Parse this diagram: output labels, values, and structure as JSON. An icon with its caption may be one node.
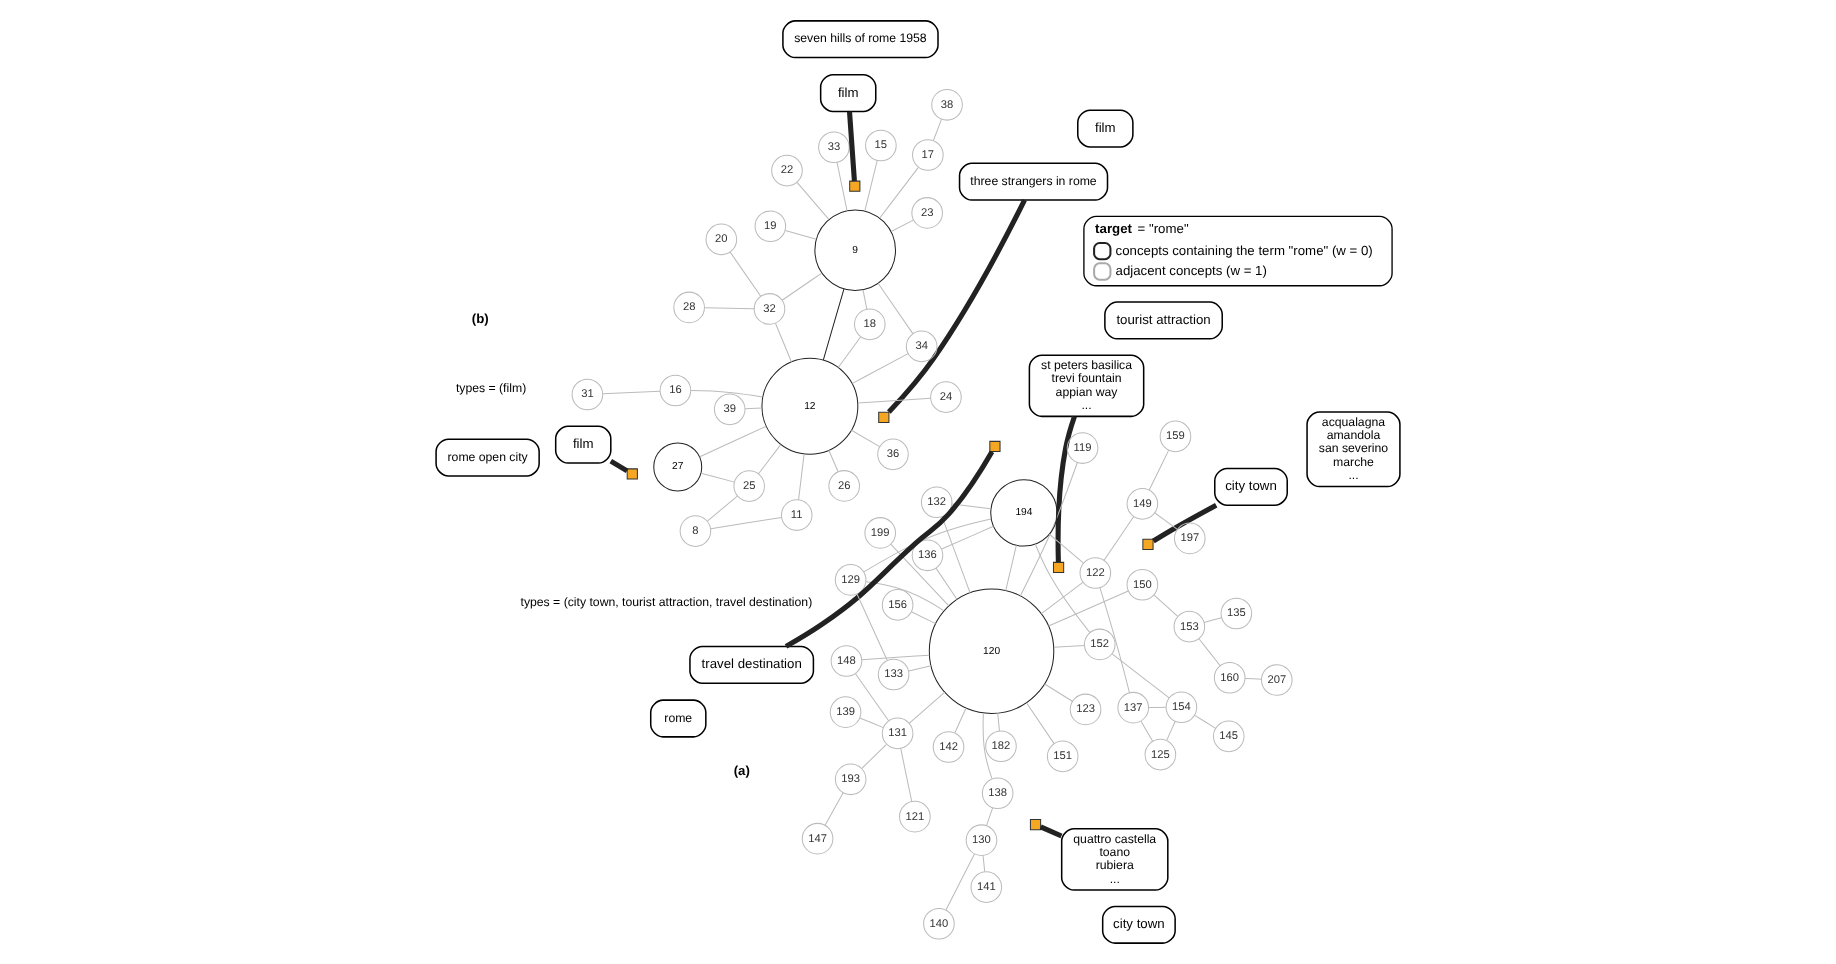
{
  "diagram": {
    "nodes": [
      {
        "text": [
          "199"
        ]
      },
      {
        "text": [
          "123"
        ]
      },
      {
        "text": [
          "182"
        ]
      },
      {
        "text": [
          "tourist attraction"
        ]
      },
      {
        "text": [
          "st peters basilica",
          "trevi fountain",
          "appian way",
          "..."
        ]
      },
      {
        "text": [
          "156"
        ]
      },
      {
        "text": [
          "142"
        ]
      },
      {
        "text": [
          "city town"
        ]
      },
      {
        "text": [
          "quattro castella",
          "toano",
          "rubiera",
          "..."
        ]
      },
      {
        "text": [
          "151"
        ]
      },
      {
        "text": [
          "141"
        ]
      },
      {
        "text": [
          "119"
        ]
      },
      {
        "text": [
          "121"
        ]
      },
      {
        "text": [],
        "shape": "box"
      },
      {
        "text": [],
        "shape": "box"
      },
      {
        "text": [
          "138"
        ]
      },
      {
        "text": [
          "130"
        ]
      },
      {
        "text": [
          "120"
        ]
      },
      {
        "text": [
          "131"
        ]
      },
      {
        "text": [
          "140"
        ]
      },
      {
        "text": [
          "193"
        ]
      },
      {
        "text": [
          "139"
        ]
      },
      {
        "text": [
          "154"
        ]
      },
      {
        "text": [
          "152"
        ]
      },
      {
        "text": [
          "148"
        ]
      },
      {
        "text": [
          "147"
        ]
      },
      {
        "text": [
          "145"
        ]
      },
      {
        "text": [
          "137"
        ]
      },
      {
        "text": [
          "125"
        ]
      },
      {
        "text": [
          "122"
        ]
      },
      {
        "text": [
          "194"
        ]
      },
      {
        "text": [],
        "shape": "box"
      },
      {
        "text": [
          "136"
        ]
      },
      {
        "text": [
          "150"
        ]
      },
      {
        "text": [],
        "shape": "box"
      },
      {
        "text": [
          "153"
        ]
      },
      {
        "text": [
          "city town"
        ]
      },
      {
        "text": [
          "149"
        ]
      },
      {
        "text": [
          "travel destination"
        ]
      },
      {
        "text": [
          "159"
        ]
      },
      {
        "text": [
          "rome"
        ]
      },
      {
        "text": [
          "acqualagna",
          "amandola",
          "san severino",
          "marche",
          "..."
        ]
      },
      {
        "text": [
          "129"
        ]
      },
      {
        "text": [
          "160"
        ]
      },
      {
        "text": [
          "197"
        ]
      },
      {
        "text": [
          "132"
        ]
      },
      {
        "text": [
          "133"
        ]
      },
      {
        "text": [
          "207"
        ]
      },
      {
        "text": [
          "135"
        ]
      },
      {
        "text": [
          "**target** = \"rome\""
        ]
      },
      {
        "text": [
          "36"
        ]
      },
      {
        "text": [
          "19"
        ]
      },
      {
        "text": [
          "film"
        ]
      },
      {
        "text": [
          "24"
        ]
      },
      {
        "text": [
          "18"
        ]
      },
      {
        "text": [
          "20"
        ]
      },
      {
        "text": [
          "three strangers in rome"
        ]
      },
      {
        "text": [
          "32"
        ]
      },
      {
        "text": [
          "28"
        ]
      },
      {
        "text": [],
        "shape": "box"
      },
      {
        "text": [
          "11"
        ]
      },
      {
        "text": [
          "39"
        ]
      },
      {
        "text": [
          "12"
        ]
      },
      {
        "text": [
          "34"
        ]
      },
      {
        "text": [
          "33"
        ]
      },
      {
        "text": [
          "8"
        ]
      },
      {
        "text": [
          "26"
        ]
      },
      {
        "text": [
          "9"
        ]
      },
      {
        "text": [
          "17"
        ]
      },
      {
        "text": [
          "38"
        ]
      },
      {
        "text": [
          "27"
        ]
      },
      {
        "text": [],
        "shape": "box"
      },
      {
        "text": [],
        "shape": "box"
      },
      {
        "text": [
          "25"
        ]
      },
      {
        "text": [
          "16"
        ]
      },
      {
        "text": [
          "film"
        ]
      },
      {
        "text": [
          "film"
        ]
      },
      {
        "text": [
          "seven hills of rome 1958"
        ]
      },
      {
        "text": [
          "rome open city"
        ]
      },
      {
        "text": [
          "23"
        ]
      },
      {
        "text": [
          "15"
        ]
      },
      {
        "text": [
          "22"
        ]
      },
      {
        "text": [
          "31"
        ]
      }
    ],
    "edges": [
      {
        "from": 4,
        "to": 13,
        "arrow": "none",
        "style": "thick",
        "color": "#222222"
      },
      {
        "from": 8,
        "to": 14,
        "arrow": "none",
        "style": "thick",
        "color": "#222222"
      },
      {
        "from": 31,
        "to": 38,
        "arrow": "none",
        "style": "thick",
        "color": "#222222"
      },
      {
        "from": 34,
        "to": 36,
        "arrow": "none",
        "style": "thick",
        "color": "#222222"
      },
      {
        "from": 56,
        "to": 59,
        "arrow": "none",
        "style": "thick",
        "color": "#222222"
      },
      {
        "from": 71,
        "to": 75,
        "arrow": "none",
        "style": "thick",
        "color": "#222222"
      },
      {
        "from": 72,
        "to": 76,
        "arrow": "none",
        "style": "thick",
        "color": "#222222"
      },
      {
        "from": 62,
        "to": 67,
        "arrow": "none",
        "color": "#222222"
      },
      {
        "from": 17,
        "to": 9,
        "arrow": "none"
      },
      {
        "from": 17,
        "to": 11,
        "arrow": "none"
      },
      {
        "from": 17,
        "to": 18,
        "arrow": "none"
      },
      {
        "from": 17,
        "to": 15,
        "arrow": "none"
      },
      {
        "from": 17,
        "to": 23,
        "arrow": "none"
      },
      {
        "from": 17,
        "to": 24,
        "arrow": "none"
      },
      {
        "from": 17,
        "to": 29,
        "arrow": "none"
      },
      {
        "from": 17,
        "to": 30,
        "arrow": "none"
      },
      {
        "from": 17,
        "to": 32,
        "arrow": "none"
      },
      {
        "from": 17,
        "to": 33,
        "arrow": "none"
      },
      {
        "from": 17,
        "to": 42,
        "arrow": "none"
      },
      {
        "from": 17,
        "to": 45,
        "arrow": "none"
      },
      {
        "from": 17,
        "to": 46,
        "arrow": "none"
      },
      {
        "from": 17,
        "to": 5,
        "arrow": "none"
      },
      {
        "from": 17,
        "to": 6,
        "arrow": "none"
      },
      {
        "from": 17,
        "to": 1,
        "arrow": "none"
      },
      {
        "from": 17,
        "to": 2,
        "arrow": "none"
      },
      {
        "from": 17,
        "to": 0,
        "arrow": "none"
      },
      {
        "from": 19,
        "to": 16,
        "arrow": "none"
      },
      {
        "from": 16,
        "to": 15,
        "arrow": "none"
      },
      {
        "from": 10,
        "to": 16,
        "arrow": "none"
      },
      {
        "from": 22,
        "to": 27,
        "arrow": "none"
      },
      {
        "from": 26,
        "to": 22,
        "arrow": "none"
      },
      {
        "from": 28,
        "to": 27,
        "arrow": "none"
      },
      {
        "from": 28,
        "to": 22,
        "arrow": "none"
      },
      {
        "from": 27,
        "to": 29,
        "arrow": "none"
      },
      {
        "from": 37,
        "to": 29,
        "arrow": "none"
      },
      {
        "from": 39,
        "to": 37,
        "arrow": "none"
      },
      {
        "from": 44,
        "to": 37,
        "arrow": "none"
      },
      {
        "from": 18,
        "to": 21,
        "arrow": "none"
      },
      {
        "from": 18,
        "to": 12,
        "arrow": "none"
      },
      {
        "from": 18,
        "to": 20,
        "arrow": "none"
      },
      {
        "from": 20,
        "to": 25,
        "arrow": "none"
      },
      {
        "from": 24,
        "to": 18,
        "arrow": "none"
      },
      {
        "from": 35,
        "to": 33,
        "arrow": "none"
      },
      {
        "from": 35,
        "to": 43,
        "arrow": "none"
      },
      {
        "from": 43,
        "to": 47,
        "arrow": "none"
      },
      {
        "from": 48,
        "to": 35,
        "arrow": "none"
      },
      {
        "from": 46,
        "to": 42,
        "arrow": "none"
      },
      {
        "from": 30,
        "to": 32,
        "arrow": "none"
      },
      {
        "from": 30,
        "to": 29,
        "arrow": "none"
      },
      {
        "from": 30,
        "to": 23,
        "arrow": "none"
      },
      {
        "from": 30,
        "to": 42,
        "arrow": "none"
      },
      {
        "from": 30,
        "to": 45,
        "arrow": "none"
      },
      {
        "from": 23,
        "to": 22,
        "arrow": "none"
      },
      {
        "from": 62,
        "to": 60,
        "arrow": "none"
      },
      {
        "from": 62,
        "to": 61,
        "arrow": "none"
      },
      {
        "from": 62,
        "to": 66,
        "arrow": "none"
      },
      {
        "from": 62,
        "to": 53,
        "arrow": "none"
      },
      {
        "from": 62,
        "to": 50,
        "arrow": "none"
      },
      {
        "from": 62,
        "to": 54,
        "arrow": "none"
      },
      {
        "from": 62,
        "to": 57,
        "arrow": "none"
      },
      {
        "from": 62,
        "to": 63,
        "arrow": "none"
      },
      {
        "from": 62,
        "to": 70,
        "arrow": "none"
      },
      {
        "from": 62,
        "to": 74,
        "arrow": "none"
      },
      {
        "from": 62,
        "to": 73,
        "arrow": "none"
      },
      {
        "from": 67,
        "to": 54,
        "arrow": "none"
      },
      {
        "from": 67,
        "to": 57,
        "arrow": "none"
      },
      {
        "from": 67,
        "to": 63,
        "arrow": "none"
      },
      {
        "from": 67,
        "to": 64,
        "arrow": "none"
      },
      {
        "from": 67,
        "to": 68,
        "arrow": "none"
      },
      {
        "from": 67,
        "to": 51,
        "arrow": "none"
      },
      {
        "from": 67,
        "to": 79,
        "arrow": "none"
      },
      {
        "from": 67,
        "to": 80,
        "arrow": "none"
      },
      {
        "from": 67,
        "to": 81,
        "arrow": "none"
      },
      {
        "from": 68,
        "to": 69,
        "arrow": "none"
      },
      {
        "from": 58,
        "to": 57,
        "arrow": "none"
      },
      {
        "from": 55,
        "to": 57,
        "arrow": "none"
      },
      {
        "from": 65,
        "to": 60,
        "arrow": "none"
      },
      {
        "from": 65,
        "to": 73,
        "arrow": "none"
      },
      {
        "from": 73,
        "to": 70,
        "arrow": "none"
      },
      {
        "from": 82,
        "to": 74,
        "arrow": "none"
      }
    ],
    "labels": [
      "(a)",
      "types = (city town, tourist attraction, travel destination)",
      "(b)",
      "types = (film)"
    ],
    "legend": [
      {
        "text": "concepts containing the term \"rome\" (w = 0)"
      },
      {
        "text": "adjacent concepts (w = 1)"
      }
    ]
  }
}
